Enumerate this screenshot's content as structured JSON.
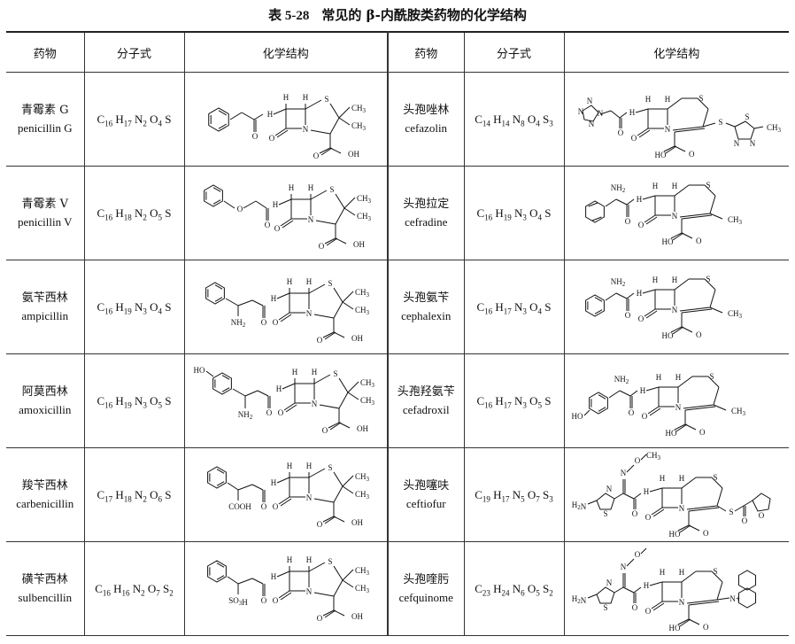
{
  "title": {
    "number": "表 5-28",
    "text": "常见的 β-内酰胺类药物的化学结构"
  },
  "headers": [
    "药物",
    "分子式",
    "化学结构",
    "药物",
    "分子式",
    "化学结构"
  ],
  "left_rows": [
    {
      "zh": "青霉素 G",
      "en": "penicillin G",
      "formula": "C16 H17 N2 O4 S",
      "structure": "penicillin-g-structure"
    },
    {
      "zh": "青霉素 V",
      "en": "penicillin V",
      "formula": "C16 H18 N2 O5 S",
      "structure": "penicillin-v-structure"
    },
    {
      "zh": "氨苄西林",
      "en": "ampicillin",
      "formula": "C16 H19 N3 O4 S",
      "structure": "ampicillin-structure"
    },
    {
      "zh": "阿莫西林",
      "en": "amoxicillin",
      "formula": "C16 H19 N3 O5 S",
      "structure": "amoxicillin-structure"
    },
    {
      "zh": "羧苄西林",
      "en": "carbenicillin",
      "formula": "C17 H18 N2 O6 S",
      "structure": "carbenicillin-structure"
    },
    {
      "zh": "磺苄西林",
      "en": "sulbencillin",
      "formula": "C16 H16 N2 O7 S2",
      "structure": "sulbencillin-structure"
    }
  ],
  "right_rows": [
    {
      "zh": "头孢唑林",
      "en": "cefazolin",
      "formula": "C14 H14 N8 O4 S3",
      "structure": "cefazolin-structure"
    },
    {
      "zh": "头孢拉定",
      "en": "cefradine",
      "formula": "C16 H19 N3 O4 S",
      "structure": "cefradine-structure"
    },
    {
      "zh": "头孢氨苄",
      "en": "cephalexin",
      "formula": "C16 H17 N3 O4 S",
      "structure": "cephalexin-structure"
    },
    {
      "zh": "头孢羟氨苄",
      "en": "cefadroxil",
      "formula": "C16 H17 N3 O5 S",
      "structure": "cefadroxil-structure"
    },
    {
      "zh": "头孢噻呋",
      "en": "ceftiofur",
      "formula": "C19 H17 N5 O7 S3",
      "structure": "ceftiofur-structure"
    },
    {
      "zh": "头孢喹肟",
      "en": "cefquinome",
      "formula": "C23 H24 N6 O5 S2",
      "structure": "cefquinome-structure"
    }
  ],
  "atom_labels": {
    "H": "H",
    "S": "S",
    "N": "N",
    "O": "O",
    "OH": "OH",
    "HO": "HO",
    "H3C": "CH3",
    "NH2": "NH2",
    "H2N": "H2N",
    "COOH": "COOH",
    "SO3H": "SO3H",
    "NPlus": "N+",
    "HN": "H",
    "Me": "CH3"
  }
}
